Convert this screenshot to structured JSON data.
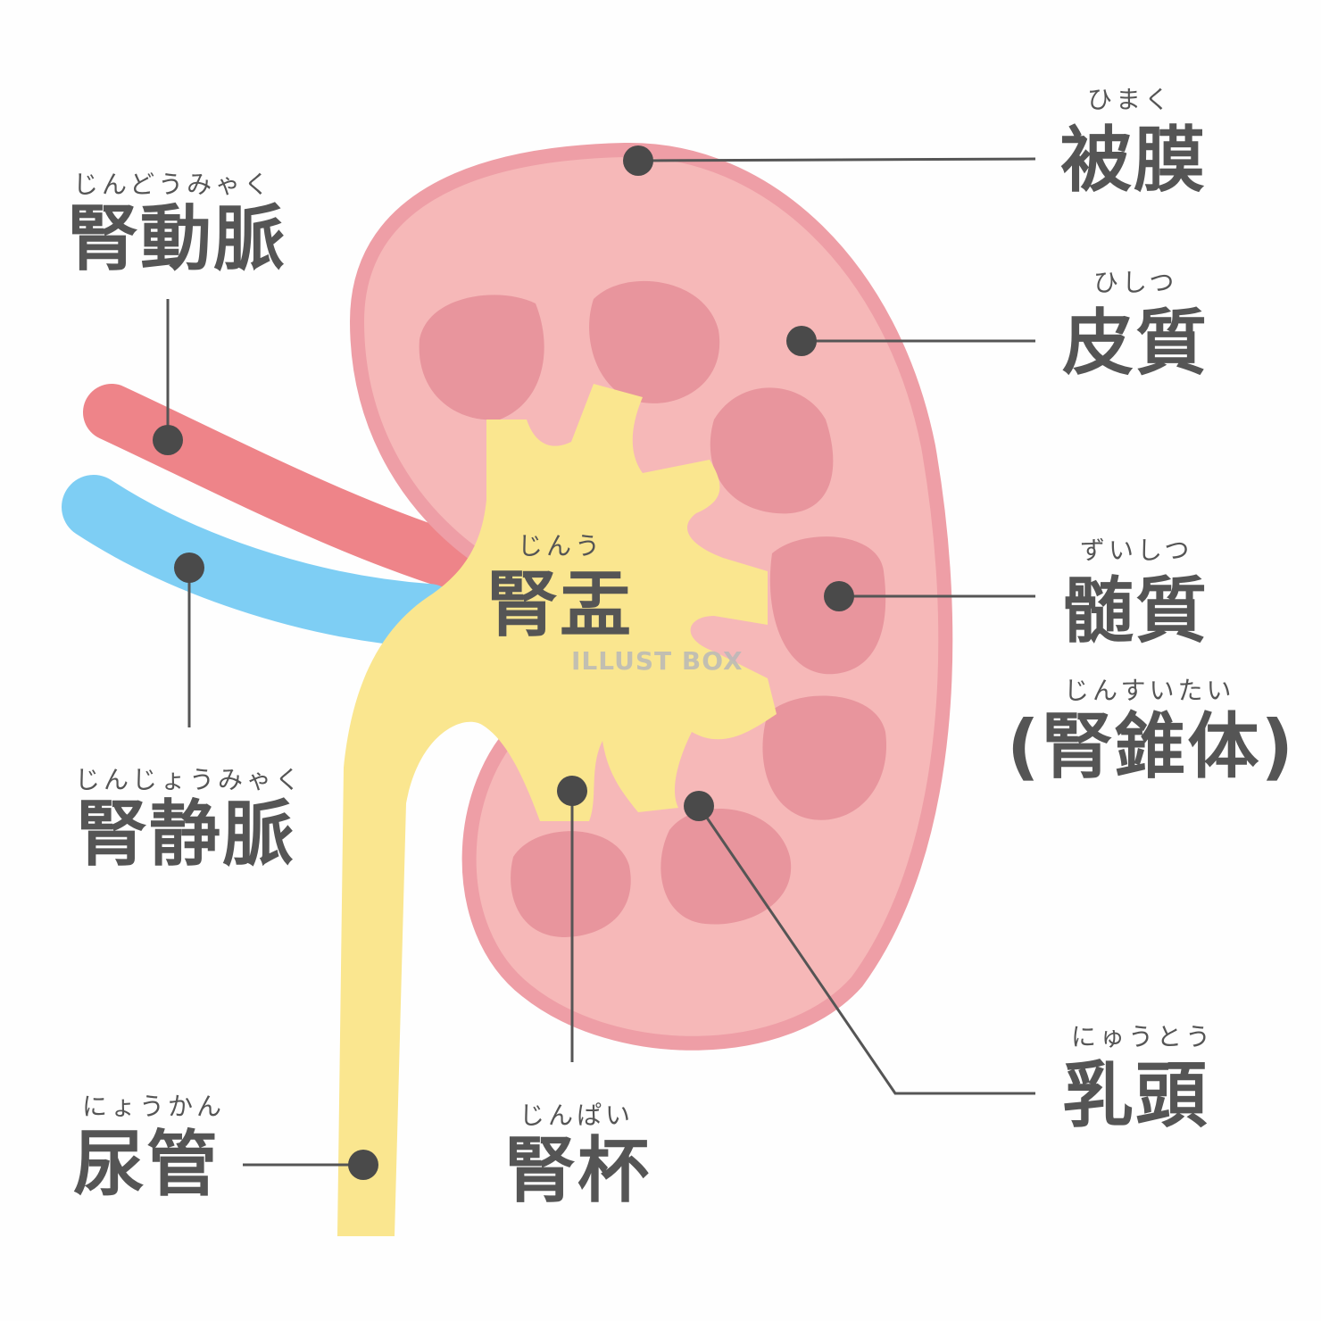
{
  "colors": {
    "capsule": "#ee9ea6",
    "cortex": "#f6b8b8",
    "medulla": "#e8959d",
    "pelvis": "#fae68f",
    "artery": "#ee8489",
    "vein": "#7ecef4",
    "text": "#555555",
    "pointer": "#4a4a4a"
  },
  "labels": {
    "renal_artery": {
      "ruby": "じんどうみゃく",
      "text": "腎動脈"
    },
    "renal_vein": {
      "ruby": "じんじょうみゃく",
      "text": "腎静脈"
    },
    "ureter": {
      "ruby": "にょうかん",
      "text": "尿管"
    },
    "calyx": {
      "ruby": "じんぱい",
      "text": "腎杯"
    },
    "pelvis": {
      "ruby": "じんう",
      "text": "腎盂"
    },
    "capsule": {
      "ruby": "ひまく",
      "text": "被膜"
    },
    "cortex": {
      "ruby": "ひしつ",
      "text": "皮質"
    },
    "medulla": {
      "ruby": "ずいしつ",
      "text": "髄質"
    },
    "pyramid": {
      "ruby": "じんすいたい",
      "text": "(腎錐体)"
    },
    "papilla": {
      "ruby": "にゅうとう",
      "text": "乳頭"
    }
  },
  "watermark": "ILLUST BOX"
}
